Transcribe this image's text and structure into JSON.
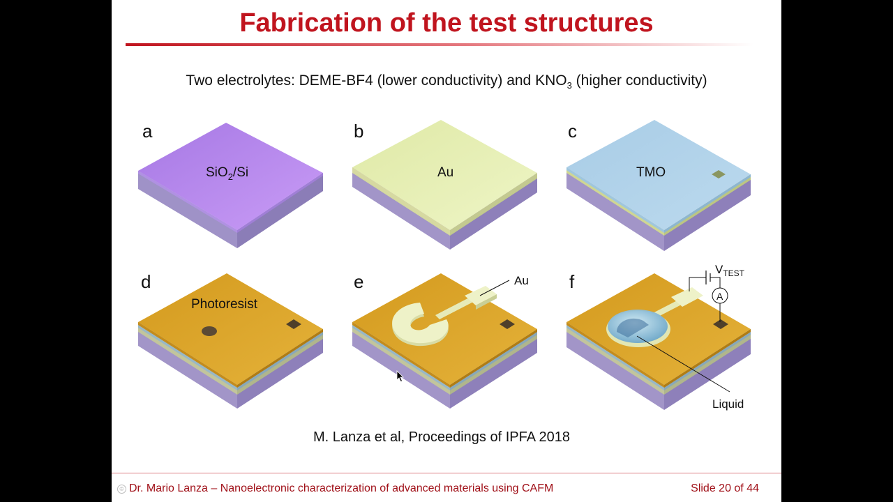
{
  "slide": {
    "title": "Fabrication of the test structures",
    "subtitle": {
      "prefix": "Two electrolytes: DEME-BF4 (lower conductivity) and KNO",
      "sub": "3",
      "suffix": " (higher conductivity)"
    },
    "panels": [
      {
        "letter": "a",
        "label_main": "SiO",
        "label_sub": "2",
        "label_tail": "/Si"
      },
      {
        "letter": "b",
        "label": "Au"
      },
      {
        "letter": "c",
        "label": "TMO"
      },
      {
        "letter": "d",
        "label": "Photoresist"
      },
      {
        "letter": "e",
        "annotation": "Au"
      },
      {
        "letter": "f",
        "voltage_main": "V",
        "voltage_sub": "TEST",
        "ammeter": "A",
        "liquid": "Liquid"
      }
    ],
    "citation": "M. Lanza et al, Proceedings of IPFA 2018",
    "footer": {
      "left": "Dr. Mario Lanza – Nanoelectronic characterization of advanced materials using CAFM",
      "right": "Slide 20 of 44"
    }
  },
  "colors": {
    "title": "#c0141e",
    "sio2_top": "#c08cf0",
    "au_top": "#e6efb0",
    "tmo_top": "#b0d4e8",
    "photoresist_top": "#dca62a",
    "substrate_side": "#9f92c7"
  }
}
